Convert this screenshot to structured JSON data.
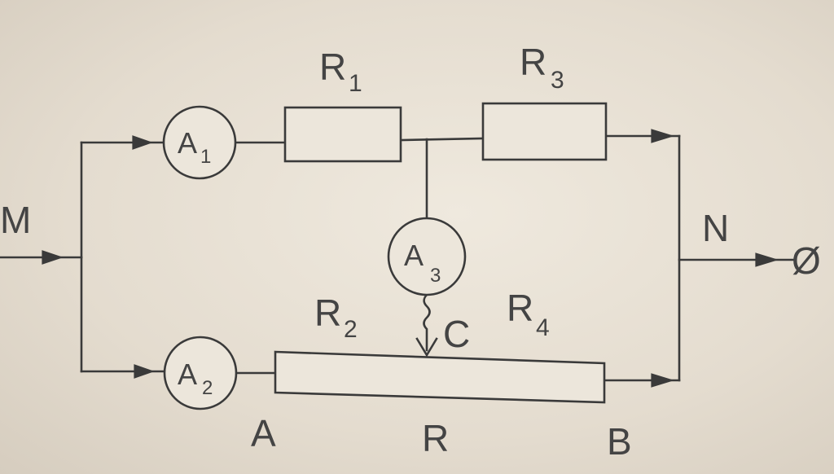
{
  "labels": {
    "M": "M",
    "N": "N",
    "A": "A",
    "B": "B",
    "C": "C",
    "R": "R",
    "r1_main": "R",
    "r1_sub": "1",
    "r2_main": "R",
    "r2_sub": "2",
    "r3_main": "R",
    "r3_sub": "3",
    "r4_main": "R",
    "r4_sub": "4",
    "a1_main": "A",
    "a1_sub": "1",
    "a2_main": "A",
    "a2_sub": "2",
    "a3_main": "A",
    "a3_sub": "3",
    "terminal": "Ø"
  },
  "colors": {
    "ink": "#3a3a3a",
    "paper": "#e6dfd2"
  }
}
